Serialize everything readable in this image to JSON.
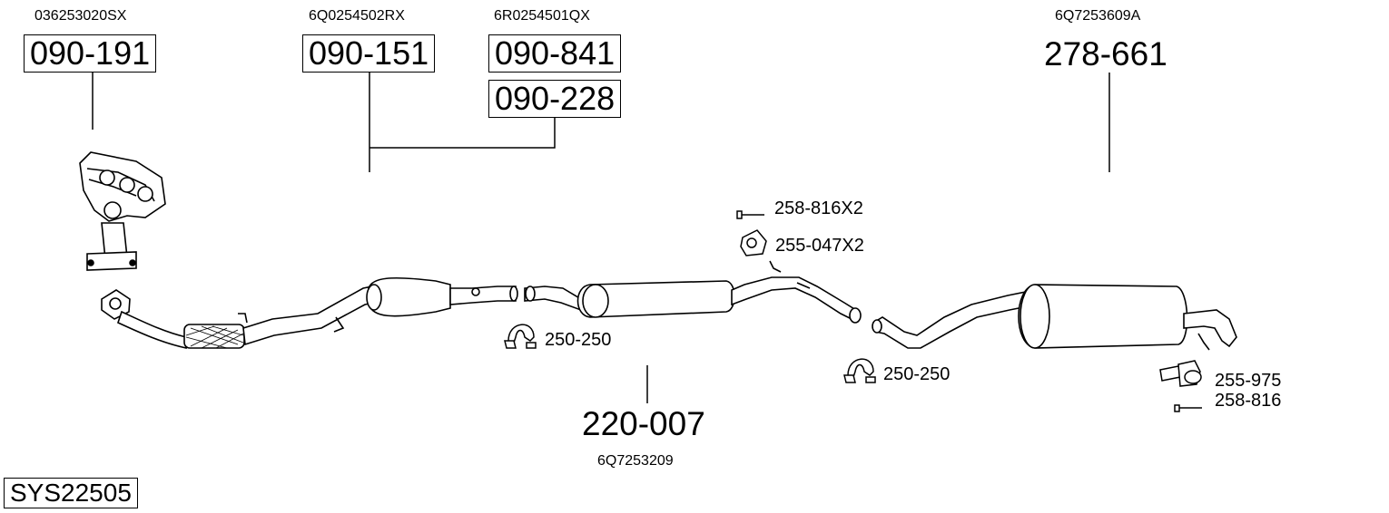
{
  "oe_numbers": {
    "manifold": "036253020SX",
    "front_cat": "6Q0254502RX",
    "rear_cat": "6R0254501QX",
    "centre": "6Q7253209",
    "rear": "6Q7253609A"
  },
  "part_numbers": {
    "manifold": "090-191",
    "front_cat": "090-151",
    "rear_cat_a": "090-841",
    "rear_cat_b": "090-228",
    "centre_silencer": "220-007",
    "rear_silencer": "278-661"
  },
  "fittings": {
    "clamp_left": "250-250",
    "clamp_right": "250-250",
    "bolt_top": "258-816X2",
    "rubber_top": "255-047X2",
    "bracket_rear": "255-975",
    "bolt_rear": "258-816"
  },
  "system_code": "SYS22505"
}
